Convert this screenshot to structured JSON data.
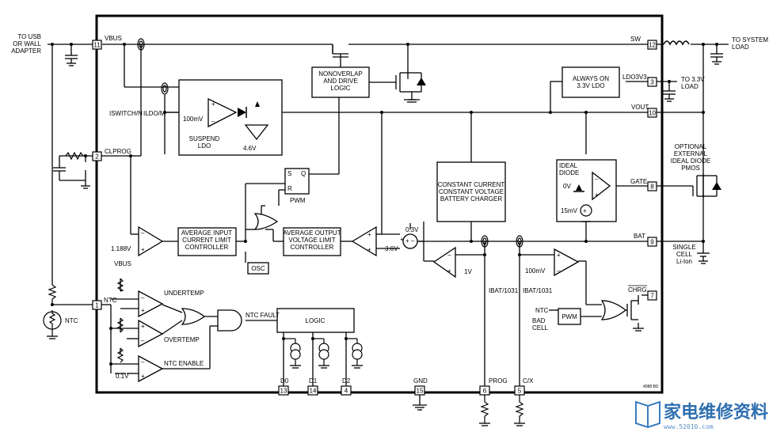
{
  "external": {
    "usb_input": "TO USB\nOR WALL\nADAPTER",
    "system_load": "TO SYSTEM\nLOAD",
    "ldo_load": "TO 3.3V\nLOAD",
    "optional_pmos": "OPTIONAL\nEXTERNAL\nIDEAL DIODE\nPMOS",
    "battery": "SINGLE\nCELL\nLi-Ion",
    "ntc_resistor": "NTC"
  },
  "pins": [
    {
      "num": "11",
      "name": "VBUS"
    },
    {
      "num": "2",
      "name": "CLPROG"
    },
    {
      "num": "1",
      "name": "NTC"
    },
    {
      "num": "12",
      "name": "SW"
    },
    {
      "num": "3",
      "name": "LDO3V3"
    },
    {
      "num": "10",
      "name": "VOUT"
    },
    {
      "num": "8",
      "name": "GATE"
    },
    {
      "num": "9",
      "name": "BAT"
    },
    {
      "num": "7",
      "name": "CHRG"
    },
    {
      "num": "13",
      "name": "D0"
    },
    {
      "num": "14",
      "name": "D1"
    },
    {
      "num": "4",
      "name": "D2"
    },
    {
      "num": "15",
      "name": "GND"
    },
    {
      "num": "6",
      "name": "PROG"
    },
    {
      "num": "5",
      "name": "C/X"
    }
  ],
  "blocks": {
    "nonoverlap": "NONOVERLAP\nAND DRIVE\nLOGIC",
    "always_on_ldo": "ALWAYS ON\n3.3V LDO",
    "suspend_ldo": "SUSPEND\nLDO",
    "charger": "CONSTANT CURRENT\nCONSTANT VOLTAGE\nBATTERY CHARGER",
    "ideal_diode": "IDEAL\nDIODE",
    "avg_input": "AVERAGE INPUT\nCURRENT LIMIT\nCONTROLLER",
    "avg_output": "AVERAGE OUTPUT\nVOLTAGE LIMIT\nCONTROLLER",
    "osc": "OSC",
    "pwm_label": "PWM",
    "logic": "LOGIC",
    "pwm_box": "PWM",
    "undertemp": "UNDERTEMP",
    "overtemp": "OVERTEMP",
    "ntc_enable": "NTC ENABLE",
    "ntc_fault": "NTC FAULT",
    "ntc_bad_cell": "NTC",
    "bad_cell": "BAD\nCELL"
  },
  "labels": {
    "iswitch": "ISWITCH/N",
    "ildo": "ILDO/M",
    "v100mv_ldo": "100mV",
    "v46": "4.6V",
    "v1188": "1.188V",
    "v36": "3.6V",
    "v03": "0.3V",
    "v0mv": "0V",
    "v15mv": "15mV",
    "v1v": "1V",
    "v100mv_chrg": "100mV",
    "v01": "0.1V",
    "vbus_ntc": "VBUS",
    "ibat_prog": "IBAT/1031",
    "ibat_cx": "IBAT/1031",
    "sr_s": "S",
    "sr_r": "R",
    "sr_q": "Q",
    "part_code": "4088 BD"
  },
  "watermark": {
    "text": "家电维修资料网",
    "url": "www.52010.com"
  }
}
